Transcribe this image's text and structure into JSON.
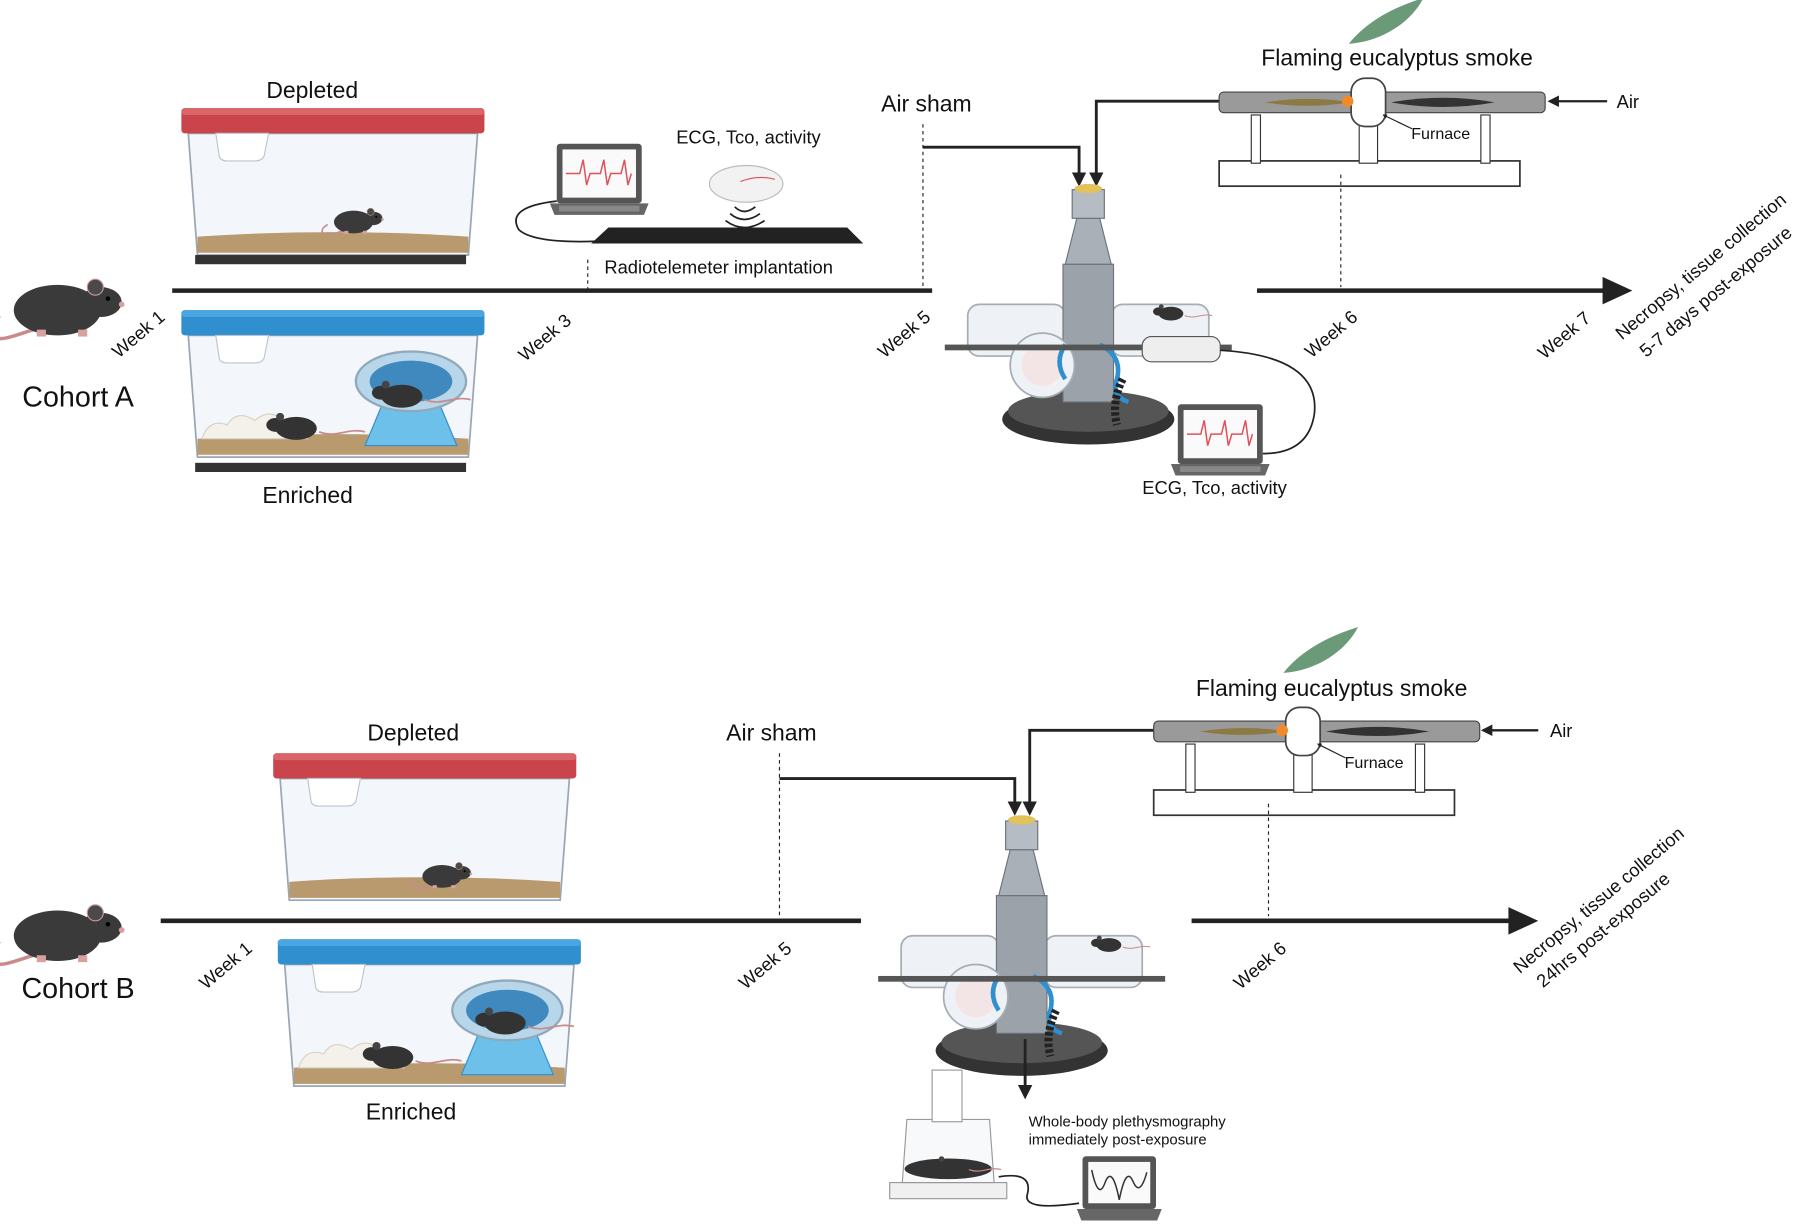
{
  "cohort_a": {
    "label": "Cohort A",
    "depleted": "Depleted",
    "enriched": "Enriched",
    "telemetry_label": "ECG, Tco, activity",
    "implant_label": "Radiotelemeter implantation",
    "air_sham": "Air sham",
    "smoke_label": "Flaming eucalyptus smoke",
    "air_label": "Air",
    "furnace_label": "Furnace",
    "exposure_telemetry_label": "ECG, Tco, activity",
    "weeks": [
      "Week 1",
      "Week 3",
      "Week 5",
      "Week 6",
      "Week 7"
    ],
    "endpoint_line1": "Necropsy, tissue collection",
    "endpoint_line2": "5-7 days post-exposure"
  },
  "cohort_b": {
    "label": "Cohort B",
    "depleted": "Depleted",
    "enriched": "Enriched",
    "air_sham": "Air sham",
    "smoke_label": "Flaming eucalyptus smoke",
    "air_label": "Air",
    "furnace_label": "Furnace",
    "weeks": [
      "Week 1",
      "Week 5",
      "Week 6"
    ],
    "endpoint_line1": "Necropsy, tissue collection",
    "endpoint_line2": "24hrs post-exposure",
    "pleth_line1": "Whole-body plethysmography",
    "pleth_line2": "immediately post-exposure"
  },
  "colors": {
    "depleted_lid": "#c9454b",
    "enriched_lid": "#2f8fcf",
    "bedding": "#b89a6e",
    "timeline": "#222222",
    "leaf": "#6a9a78",
    "ecg": "#e0505a"
  }
}
